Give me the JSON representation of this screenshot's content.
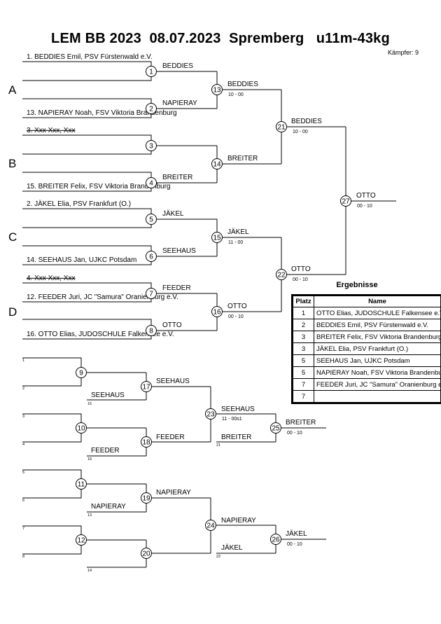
{
  "header": {
    "title": "LEM BB 2023  08.07.2023  Spremberg   u11m-43kg",
    "fighters": "Kämpfer: 9"
  },
  "pools": [
    "A",
    "B",
    "C",
    "D"
  ],
  "entries": [
    {
      "text": "1. BEDDIES Emil, PSV Fürstenwald e.V.",
      "struck": false
    },
    {
      "text": "13. NAPIERAY Noah, FSV Viktoria Brandenburg",
      "struck": false
    },
    {
      "text": "3. Xxx Xxx, Xxx",
      "struck": true
    },
    {
      "text": "15. BREITER Felix, FSV Viktoria Brandenburg",
      "struck": false
    },
    {
      "text": "2. JÄKEL Elia, PSV Frankfurt (O.)",
      "struck": false
    },
    {
      "text": "14. SEEHAUS Jan, UJKC Potsdam",
      "struck": false
    },
    {
      "text": "4. Xxx Xxx, Xxx",
      "struck": true
    },
    {
      "text": "12. FEEDER Juri, JC \"Samura\" Oranienburg e.V.",
      "struck": false
    },
    {
      "text": "16. OTTO Elias, JUDOSCHULE Falkensee e.V.",
      "struck": false
    }
  ],
  "main_bracket": {
    "r1": [
      {
        "num": "1",
        "winner": "BEDDIES"
      },
      {
        "num": "2",
        "winner": "NAPIERAY"
      },
      {
        "num": "3",
        "winner": ""
      },
      {
        "num": "4",
        "winner": "BREITER"
      },
      {
        "num": "5",
        "winner": "JÄKEL"
      },
      {
        "num": "6",
        "winner": "SEEHAUS"
      },
      {
        "num": "7",
        "winner": "FEEDER"
      },
      {
        "num": "8",
        "winner": "OTTO"
      }
    ],
    "r2": [
      {
        "num": "13",
        "winner": "BEDDIES",
        "score": "10 - 00"
      },
      {
        "num": "14",
        "winner": "BREITER",
        "score": ""
      },
      {
        "num": "15",
        "winner": "JÄKEL",
        "score": "11 - 00"
      },
      {
        "num": "16",
        "winner": "OTTO",
        "score": "00 - 10"
      }
    ],
    "r3": [
      {
        "num": "21",
        "winner": "BEDDIES",
        "score": "10 - 00"
      },
      {
        "num": "22",
        "winner": "OTTO",
        "score": "00 - 10"
      }
    ],
    "final": {
      "num": "27",
      "winner": "OTTO",
      "score": "00 - 10"
    }
  },
  "repechage": {
    "upper": {
      "m9": "9",
      "m10": "10",
      "m17": "17",
      "m18": "18",
      "m23": "23",
      "m25": "25",
      "slots": [
        "1",
        "2",
        "3",
        "4"
      ],
      "drop17": {
        "name": "SEEHAUS",
        "ref": "15"
      },
      "drop18": {
        "name": "FEEDER",
        "ref": "16"
      },
      "w17": "SEEHAUS",
      "w18": "FEEDER",
      "w23": {
        "name": "SEEHAUS",
        "score": "11 - 00s1"
      },
      "drop25": {
        "name": "BREITER",
        "ref": "21"
      },
      "w25": {
        "name": "BREITER",
        "score": "00 - 10"
      }
    },
    "lower": {
      "m11": "11",
      "m12": "12",
      "m19": "19",
      "m20": "20",
      "m24": "24",
      "m26": "26",
      "slots": [
        "5",
        "6",
        "7",
        "8"
      ],
      "drop19": {
        "name": "NAPIERAY",
        "ref": "13"
      },
      "ref20": "14",
      "w19": "NAPIERAY",
      "w24": {
        "name": "NAPIERAY",
        "score": ""
      },
      "drop26": {
        "name": "JÄKEL",
        "ref": "22"
      },
      "w26": {
        "name": "JÄKEL",
        "score": "00 - 10"
      }
    }
  },
  "results": {
    "title": "Ergebnisse",
    "headers": [
      "Platz",
      "Name"
    ],
    "rows": [
      {
        "place": "1",
        "name": "OTTO Elias, JUDOSCHULE Falkensee e.V."
      },
      {
        "place": "2",
        "name": "BEDDIES Emil, PSV Fürstenwald e.V."
      },
      {
        "place": "3",
        "name": "BREITER Felix, FSV Viktoria Brandenburg"
      },
      {
        "place": "3",
        "name": "JÄKEL Elia, PSV Frankfurt (O.)"
      },
      {
        "place": "5",
        "name": "SEEHAUS Jan, UJKC Potsdam"
      },
      {
        "place": "5",
        "name": "NAPIERAY Noah, FSV Viktoria Brandenburg"
      },
      {
        "place": "7",
        "name": "FEEDER Juri, JC \"Samura\" Oranienburg e.V."
      },
      {
        "place": "7",
        "name": ""
      }
    ]
  }
}
